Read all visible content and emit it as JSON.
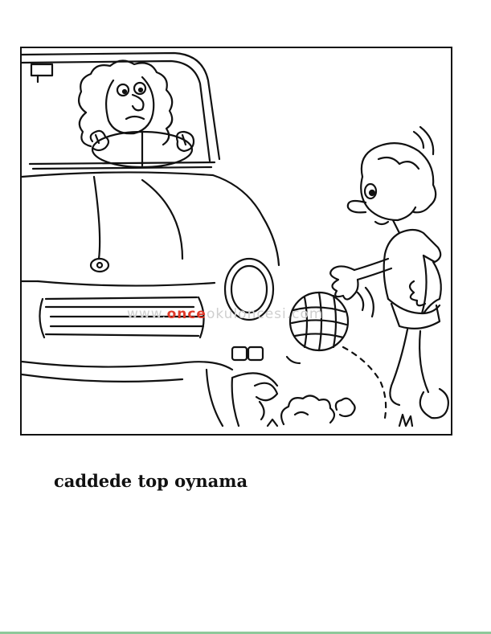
{
  "illustration": {
    "watermark": {
      "prefix": "www.",
      "accent": "once",
      "suffix": "okuloncesi.com",
      "accent_color": "#e03a2a"
    }
  },
  "caption": {
    "text": "caddede top oynama"
  },
  "colors": {
    "ink": "#111111",
    "background": "#ffffff"
  }
}
